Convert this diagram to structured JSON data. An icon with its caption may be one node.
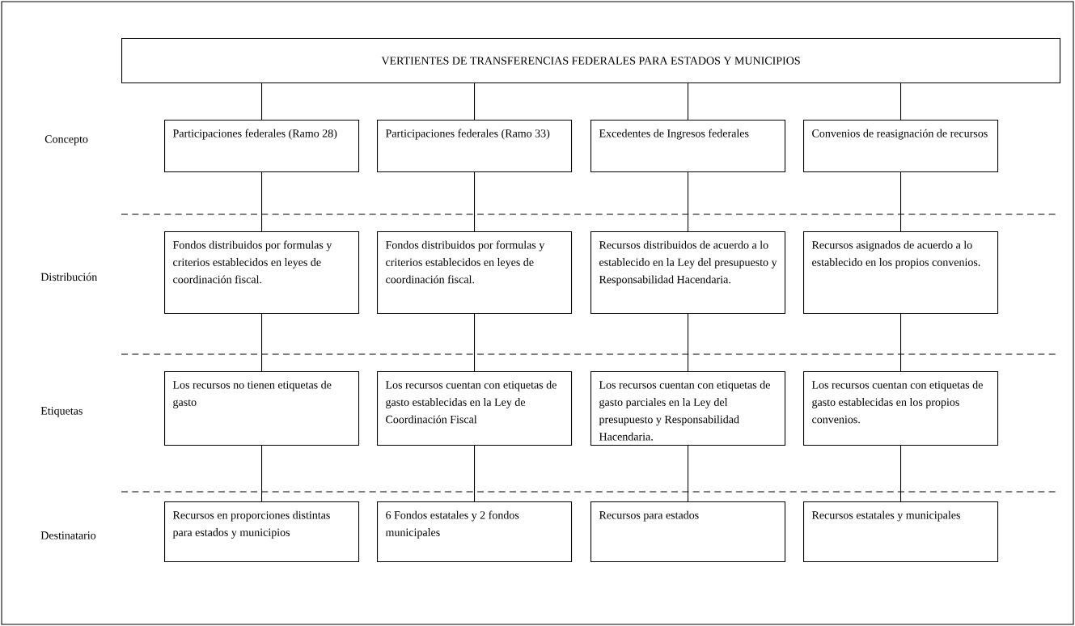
{
  "diagram": {
    "nodes": [
      {
        "text": [
          "VERTIENTES DE TRANSFERENCIAS FEDERALES PARA ESTADOS Y MUNICIPIOS"
        ]
      },
      {
        "text": [
          "Participaciones federales (Ramo 28)"
        ]
      },
      {
        "text": [
          "Participaciones federales (Ramo 33)"
        ]
      },
      {
        "text": [
          "Excedentes de Ingresos federales"
        ]
      },
      {
        "text": [
          "Convenios de reasignación de recursos"
        ]
      },
      {
        "text": [
          "Fondos distribuidos por formulas y criterios establecidos en leyes de coordinación fiscal."
        ]
      },
      {
        "text": [
          "Fondos distribuidos por formulas y criterios establecidos en leyes de coordinación fiscal."
        ]
      },
      {
        "text": [
          "Recursos distribuidos de acuerdo a lo establecido en la Ley del presupuesto y Responsabilidad Hacendaria."
        ]
      },
      {
        "text": [
          "Recursos asignados de acuerdo a lo establecido en los propios convenios."
        ]
      },
      {
        "text": [
          "Los recursos no tienen etiquetas de gasto"
        ]
      },
      {
        "text": [
          "Los recursos cuentan con etiquetas de gasto establecidas en la Ley de Coordinación Fiscal"
        ]
      },
      {
        "text": [
          "Los recursos cuentan con etiquetas de gasto parciales en la Ley del presupuesto y Responsabilidad Hacendaria."
        ]
      },
      {
        "text": [
          "Los recursos cuentan con etiquetas de gasto establecidas en los propios convenios."
        ]
      },
      {
        "text": [
          "Recursos en proporciones distintas para estados y municipios"
        ]
      },
      {
        "text": [
          "6 Fondos estatales y 2 fondos municipales"
        ]
      },
      {
        "text": [
          "Recursos para estados"
        ]
      },
      {
        "text": [
          "Recursos estatales y municipales"
        ]
      }
    ],
    "edges": [
      {
        "from": 0,
        "to": 1,
        "arrow": "none"
      },
      {
        "from": 0,
        "to": 2,
        "arrow": "none"
      },
      {
        "from": 0,
        "to": 3,
        "arrow": "none"
      },
      {
        "from": 0,
        "to": 4,
        "arrow": "none"
      },
      {
        "from": 1,
        "to": 5,
        "arrow": "none"
      },
      {
        "from": 2,
        "to": 6,
        "arrow": "none"
      },
      {
        "from": 3,
        "to": 7,
        "arrow": "none"
      },
      {
        "from": 4,
        "to": 8,
        "arrow": "none"
      },
      {
        "from": 5,
        "to": 9,
        "arrow": "none"
      },
      {
        "from": 6,
        "to": 10,
        "arrow": "none"
      },
      {
        "from": 7,
        "to": 11,
        "arrow": "none"
      },
      {
        "from": 8,
        "to": 12,
        "arrow": "none"
      },
      {
        "from": 9,
        "to": 13,
        "arrow": "none"
      },
      {
        "from": 10,
        "to": 14,
        "arrow": "none"
      },
      {
        "from": 11,
        "to": 15,
        "arrow": "none"
      },
      {
        "from": 12,
        "to": 16,
        "arrow": "none"
      }
    ],
    "labels": [
      "Concepto",
      "Distribución",
      "Etiquetas",
      "Destinatario"
    ]
  }
}
